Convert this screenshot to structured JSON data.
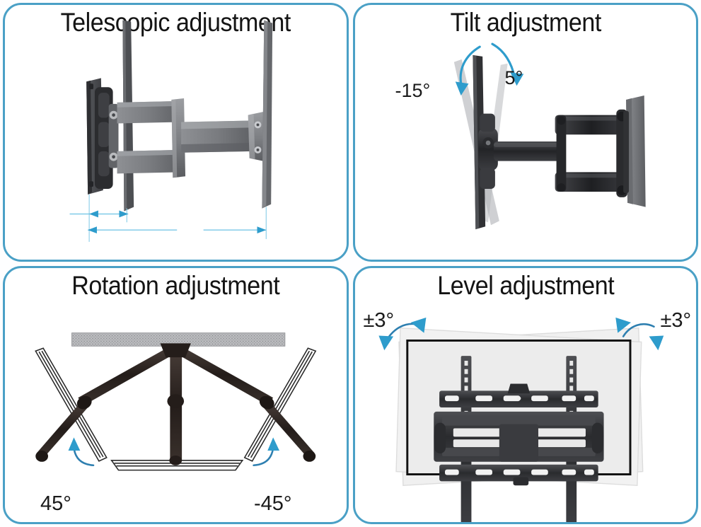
{
  "document": {
    "kind": "tv-wall-mount-adjustment-infographic",
    "panel_border_color": "#4aa0c6",
    "background_color": "#ffffff",
    "arrow_color": "#2e9ccc",
    "metal_dark": "#3a3a3c",
    "metal_mid": "#6d6e72",
    "metal_light": "#9a9b9f"
  },
  "panels": [
    {
      "id": "telescopic",
      "title": "Telescopic adjustment",
      "labels": [],
      "dimension_arrows": [
        {
          "name": "retracted-extent",
          "kind": "double-arrow"
        },
        {
          "name": "extended-extent",
          "kind": "double-arrow"
        },
        {
          "name": "far-extent",
          "kind": "single-arrow"
        }
      ]
    },
    {
      "id": "tilt",
      "title": "Tilt adjustment",
      "labels": [
        {
          "name": "tilt-down-angle",
          "text": "-15°"
        },
        {
          "name": "tilt-up-angle",
          "text": "5°"
        }
      ]
    },
    {
      "id": "rotation",
      "title": "Rotation adjustment",
      "labels": [
        {
          "name": "rotation-left-angle",
          "text": "45°"
        },
        {
          "name": "rotation-right-angle",
          "text": "-45°"
        }
      ]
    },
    {
      "id": "level",
      "title": "Level adjustment",
      "labels": [
        {
          "name": "level-left-angle",
          "text": "±3°"
        },
        {
          "name": "level-right-angle",
          "text": "±3°"
        }
      ]
    }
  ]
}
